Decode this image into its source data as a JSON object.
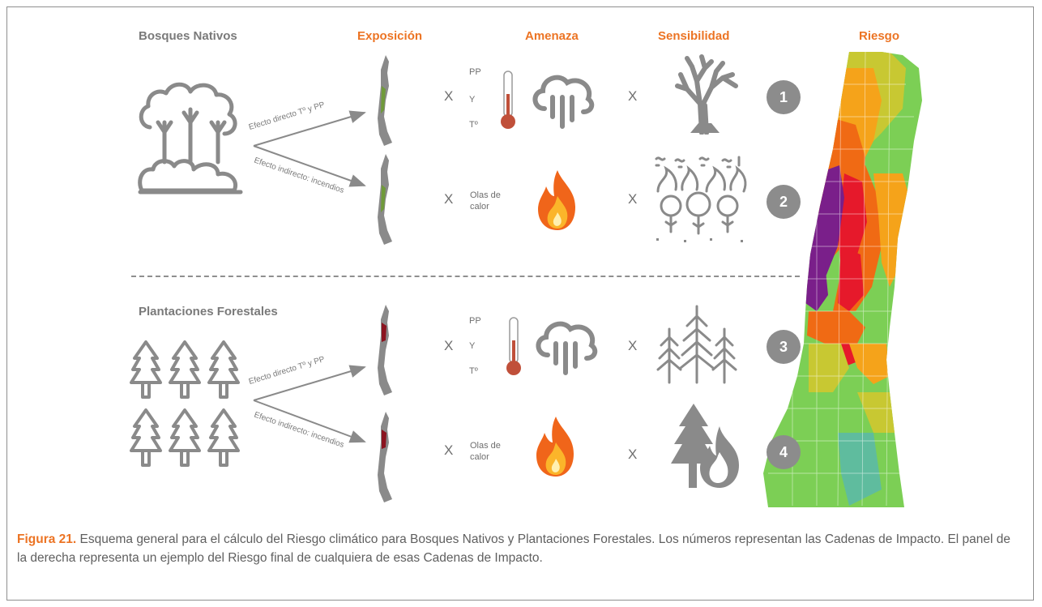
{
  "headers": {
    "bosques_nativos": "Bosques Nativos",
    "exposicion": "Exposición",
    "amenaza": "Amenaza",
    "sensibilidad": "Sensibilidad",
    "riesgo": "Riesgo"
  },
  "sections": {
    "plantaciones": "Plantaciones Forestales"
  },
  "arrow_labels": {
    "directo": "Efecto directo Tº y PP",
    "indirecto": "Efecto indirecto: incendios"
  },
  "operators": {
    "x": "X"
  },
  "climate_vars": {
    "pp": "PP",
    "y": "Y",
    "t": "Tº"
  },
  "heat": {
    "line1": "Olas de",
    "line2": "calor"
  },
  "chains": [
    "1",
    "2",
    "3",
    "4"
  ],
  "caption": {
    "label": "Figura 21.",
    "text": " Esquema general para el cálculo del Riesgo climático para Bosques Nativos y Plantaciones Forestales. Los números representan las Cadenas de Impacto. El panel de la derecha representa un ejemplo del Riesgo final de cualquiera de esas Cadenas de Impacto."
  },
  "colors": {
    "accent": "#ec7424",
    "icon_gray": "#8a8a8a",
    "risk_very_high": "#7a1f8a",
    "risk_high": "#e6192b",
    "risk_medium_high": "#f06a14",
    "risk_medium": "#f5a31a",
    "risk_low": "#c8c832",
    "risk_very_low": "#7ccf55"
  }
}
